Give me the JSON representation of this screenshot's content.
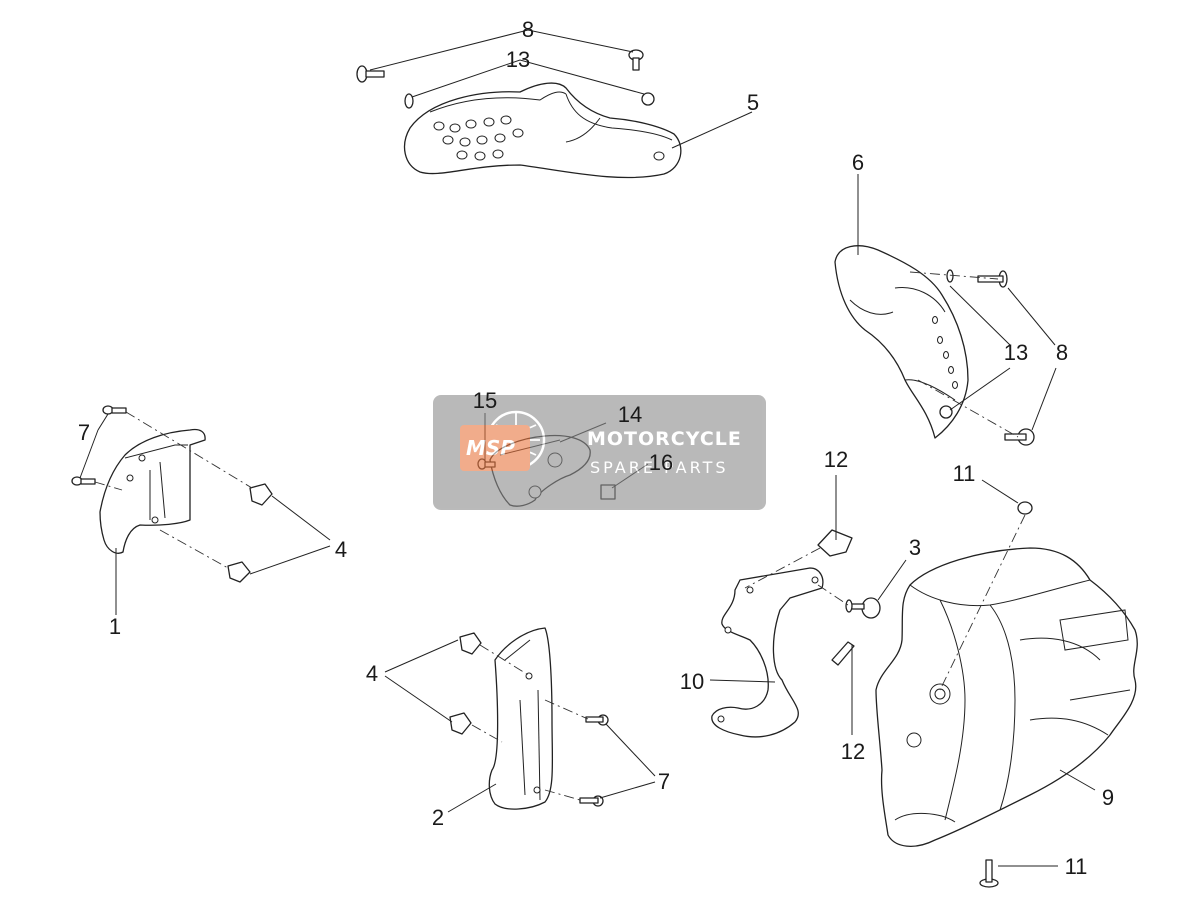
{
  "watermark": {
    "logo": "MSP",
    "line1": "MOTORCYCLE",
    "line2": "SPARE PARTS",
    "logo_color": "#e8763f",
    "box_color": "#8c8c8c"
  },
  "callouts": {
    "c1": "1",
    "c2": "2",
    "c3": "3",
    "c4a": "4",
    "c4b": "4",
    "c5": "5",
    "c6": "6",
    "c7a": "7",
    "c7b": "7",
    "c8a": "8",
    "c8b": "8",
    "c9": "9",
    "c10": "10",
    "c11a": "11",
    "c11b": "11",
    "c12a": "12",
    "c12b": "12",
    "c13a": "13",
    "c13b": "13",
    "c14": "14",
    "c15": "15",
    "c16": "16"
  }
}
